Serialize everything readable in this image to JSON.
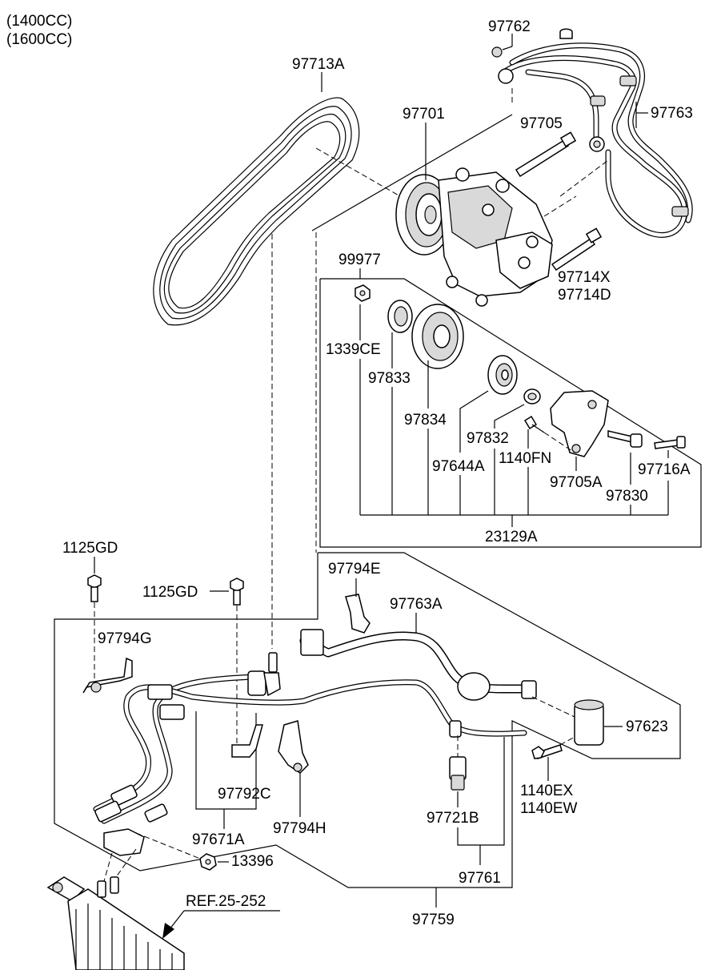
{
  "engine_variants": [
    "(1400CC)",
    "(1600CC)"
  ],
  "labels": {
    "belt": "97713A",
    "pipe_nut": "97762",
    "suction_hose": "97763",
    "compressor": "97701",
    "bolt_top": "97705",
    "stud_a": "97714X",
    "stud_b": "97714D",
    "clutch_kit": "99977",
    "nut": "1339CE",
    "shim": "97833",
    "pulley": "97834",
    "coil": "97644A",
    "bearing": "97832",
    "bolt_small": "1140FN",
    "bracket": "97705A",
    "bolt_long": "97716A",
    "sensor": "97830",
    "assembly": "23129A",
    "bolt_left": "1125GD",
    "bolt_mid": "1125GD",
    "clip_top": "97794E",
    "hose_a": "97763A",
    "clip_left": "97794G",
    "receiver": "97623",
    "clip_mid": "97792C",
    "switch": "97721B",
    "bolt_ex": "1140EX",
    "bolt_ew": "1140EW",
    "clip_h": "97794H",
    "line_assy": "97671A",
    "nut_small": "13396",
    "liquid_tube": "97761",
    "ref": "REF.25-252",
    "pipe_assy": "97759"
  }
}
